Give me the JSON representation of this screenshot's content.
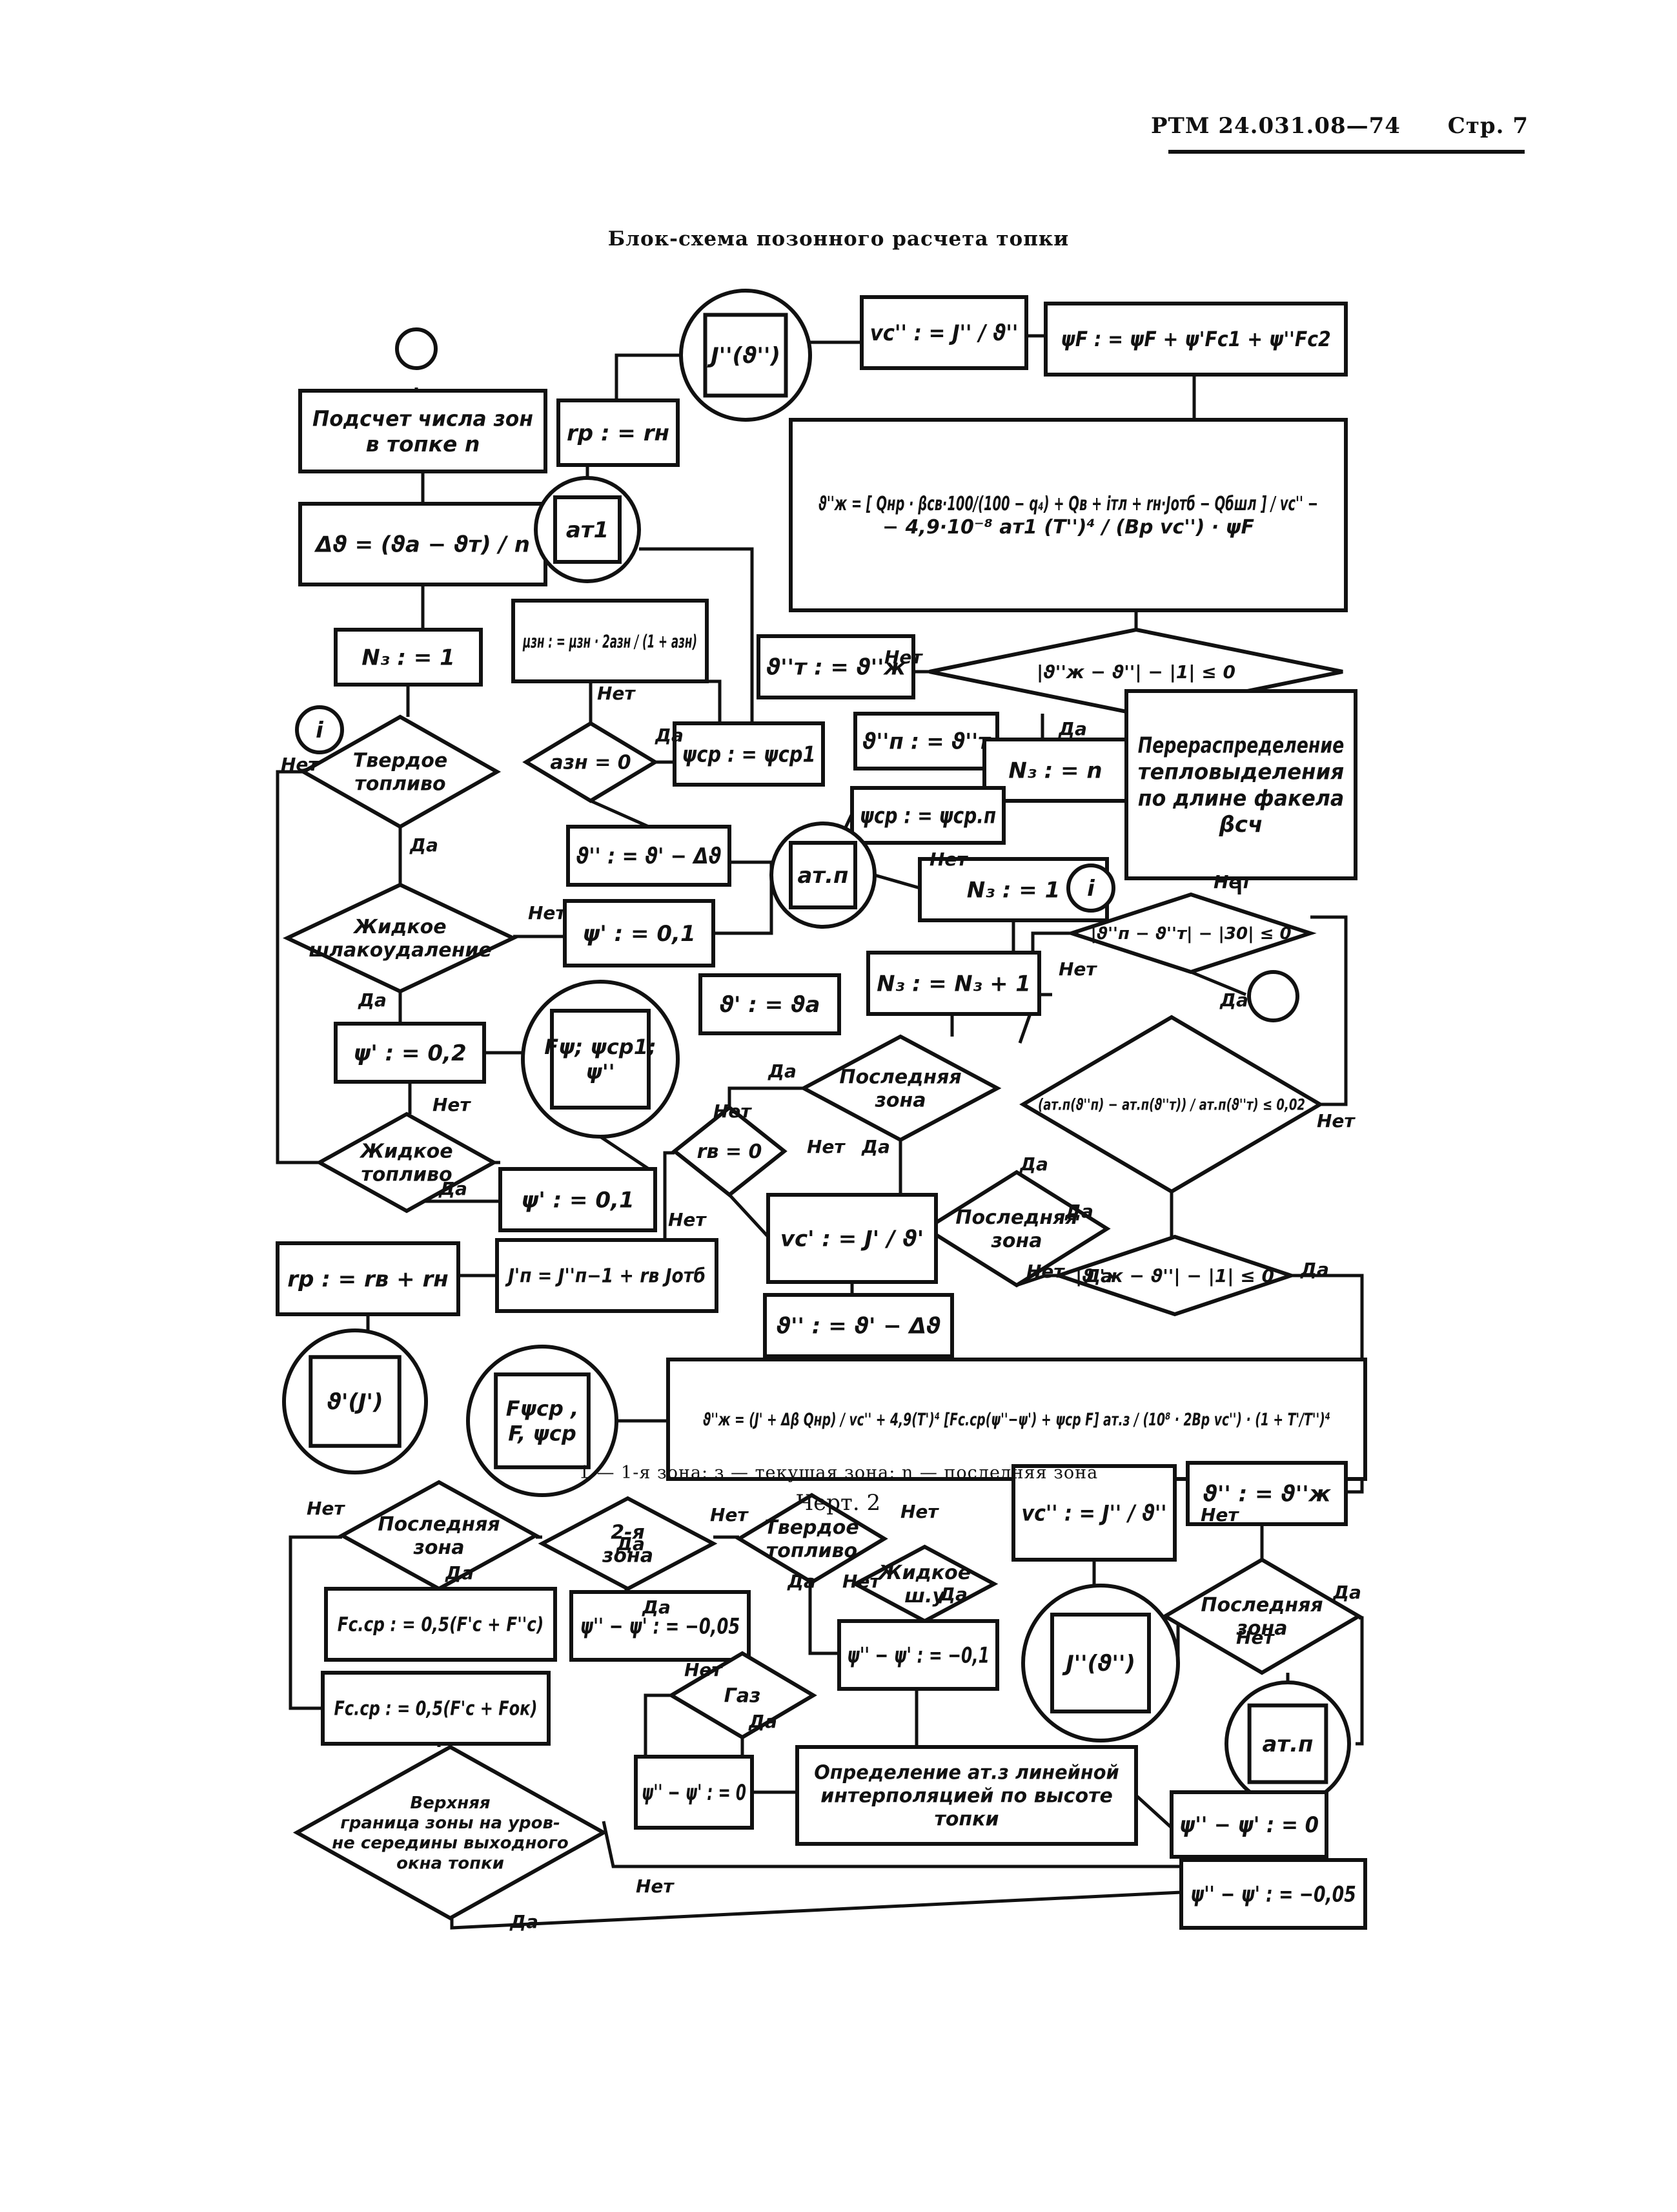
{
  "header": {
    "doc": "РТМ 24.031.08—74",
    "page": "Стр. 7"
  },
  "caption": "Блок-схема позонного расчета топки",
  "legend": "1 — 1-я зона; з — текущая зона; n — последняя зона",
  "figure": "Черт. 2",
  "nodes": [
    {
      "id": "start",
      "shape": "circle",
      "lines": [
        ""
      ]
    },
    {
      "id": "zone-count",
      "shape": "rect",
      "lines": [
        "Подсчет числа зон",
        "в топке n"
      ]
    },
    {
      "id": "dtheta",
      "shape": "rect",
      "lines": [
        "Δϑ = (ϑа − ϑт) / n"
      ]
    },
    {
      "id": "n3-1-left",
      "shape": "rect",
      "lines": [
        "N₃ : = 1"
      ]
    },
    {
      "id": "conn-i-left",
      "shape": "circle",
      "lines": [
        "i"
      ]
    },
    {
      "id": "solid-fuel-1",
      "shape": "diamond",
      "lines": [
        "Твердое",
        "топливо"
      ]
    },
    {
      "id": "liquid-slag",
      "shape": "diamond",
      "lines": [
        "Жидкое",
        "шлакоудаление"
      ]
    },
    {
      "id": "phi-02",
      "shape": "rect",
      "lines": [
        "ψ' : = 0,2"
      ]
    },
    {
      "id": "liquid-fuel",
      "shape": "diamond",
      "lines": [
        "Жидкое",
        "топливо"
      ]
    },
    {
      "id": "phi-01-a",
      "shape": "rect",
      "lines": [
        "ψ' : = 0,1"
      ]
    },
    {
      "id": "phi-01-b",
      "shape": "rect",
      "lines": [
        "ψ' : = 0,1"
      ]
    },
    {
      "id": "sub-fpsi",
      "shape": "sub",
      "lines": [
        "Fψ; ψср1;",
        "ψ''"
      ]
    },
    {
      "id": "theta-a",
      "shape": "rect",
      "lines": [
        "ϑ' : = ϑа"
      ]
    },
    {
      "id": "theta-dd",
      "shape": "rect",
      "lines": [
        "ϑ'' : = ϑ' − Δϑ"
      ]
    },
    {
      "id": "ozn",
      "shape": "diamond",
      "lines": [
        "aзн = 0"
      ]
    },
    {
      "id": "mu-zn",
      "shape": "rect",
      "lines": [
        "μзн : = μзн · 2aзн / (1 + aзн)"
      ]
    },
    {
      "id": "psi-sr",
      "shape": "rect",
      "lines": [
        "ψср : = ψср1"
      ]
    },
    {
      "id": "sub-at1",
      "shape": "sub",
      "lines": [
        "aт1"
      ]
    },
    {
      "id": "rp-rn",
      "shape": "rect",
      "lines": [
        "rр : = rн"
      ]
    },
    {
      "id": "sub-j-top",
      "shape": "sub",
      "lines": [
        "J''(ϑ'')"
      ]
    },
    {
      "id": "vc-top",
      "shape": "rect",
      "lines": [
        "vc'' : = J'' / ϑ''"
      ]
    },
    {
      "id": "psiF",
      "shape": "rect",
      "lines": [
        "ψF : = ψF + ψ'Fс1 + ψ''Fс2"
      ]
    },
    {
      "id": "big-formula",
      "shape": "rect",
      "lines": [
        "ϑ''ж = [ Qнр · βсв·100/(100 − q₄) + Qв + iтл + rн·Jотб − Qбшл ] / vc'' −",
        "− 4,9·10⁻⁸ aт1 (T'')⁴ / (Bр vc'') · ψF"
      ]
    },
    {
      "id": "conv-1",
      "shape": "diamond",
      "lines": [
        "|ϑ''ж − ϑ''| − |1| ≤ 0"
      ]
    },
    {
      "id": "theta-nx",
      "shape": "rect",
      "lines": [
        "ϑ''т : = ϑ''ж"
      ]
    },
    {
      "id": "theta-n",
      "shape": "rect",
      "lines": [
        "ϑ''п : = ϑ''т"
      ]
    },
    {
      "id": "n3-n",
      "shape": "rect",
      "lines": [
        "N₃ : = n"
      ]
    },
    {
      "id": "psi-srn",
      "shape": "rect",
      "lines": [
        "ψср : = ψср.п"
      ]
    },
    {
      "id": "sub-atn-mid",
      "shape": "sub",
      "lines": [
        "aт.п"
      ]
    },
    {
      "id": "n3-1-mid",
      "shape": "rect",
      "lines": [
        "N₃ : = 1"
      ]
    },
    {
      "id": "redistrib",
      "shape": "rect",
      "lines": [
        "Перераспределение",
        "тепловыделения",
        "по длине факела",
        "βсч"
      ]
    },
    {
      "id": "conn-i-right",
      "shape": "circle",
      "lines": [
        "i"
      ]
    },
    {
      "id": "conv-30",
      "shape": "diamond",
      "lines": [
        "|ϑ''п − ϑ''т| − |30| ≤ 0"
      ]
    },
    {
      "id": "end",
      "shape": "circle",
      "lines": [
        ""
      ]
    },
    {
      "id": "n3-inc",
      "shape": "rect",
      "lines": [
        "N₃ : = N₃ + 1"
      ]
    },
    {
      "id": "last-zone-1",
      "shape": "diamond",
      "lines": [
        "Последняя",
        "зона"
      ]
    },
    {
      "id": "rb",
      "shape": "diamond",
      "lines": [
        "rв = 0"
      ]
    },
    {
      "id": "rel-err",
      "shape": "diamond",
      "lines": [
        "(aт.п(ϑ''п) − aт.п(ϑ''т)) / aт.п(ϑ''т) ≤ 0,02"
      ]
    },
    {
      "id": "last-zone-2",
      "shape": "diamond",
      "lines": [
        "Последняя",
        "зона"
      ]
    },
    {
      "id": "vc-mid",
      "shape": "rect",
      "lines": [
        "vc' : = J' / ϑ'"
      ]
    },
    {
      "id": "rp-sum",
      "shape": "rect",
      "lines": [
        "rр : = rв + rн"
      ]
    },
    {
      "id": "jn",
      "shape": "rect",
      "lines": [
        "J'п = J''п−1 + rв Jотб"
      ]
    },
    {
      "id": "conv-2",
      "shape": "diamond",
      "lines": [
        "|ϑ''ж − ϑ''| − |1| ≤ 0"
      ]
    },
    {
      "id": "theta-dd-2",
      "shape": "rect",
      "lines": [
        "ϑ'' : = ϑ' − Δϑ"
      ]
    },
    {
      "id": "sub-theta-j",
      "shape": "sub",
      "lines": [
        "ϑ'(J')"
      ]
    },
    {
      "id": "sub-fpsi-2",
      "shape": "sub",
      "lines": [
        "Fψср ,",
        "F, ψср"
      ]
    },
    {
      "id": "formula-2",
      "shape": "rect",
      "lines": [
        "ϑ''ж = (J' + Δβ Qнр) / vc'' + 4,9(T')⁴ [Fс.ср(ψ''−ψ') + ψср F] aт.з / (10⁸ · 2Bр vc'') · (1 + T'/T'')⁴"
      ]
    },
    {
      "id": "theta-nn",
      "shape": "rect",
      "lines": [
        "ϑ'' : = ϑ''ж"
      ]
    },
    {
      "id": "last-zone-3",
      "shape": "diamond",
      "lines": [
        "Последняя",
        "зона"
      ]
    },
    {
      "id": "zone-2",
      "shape": "diamond",
      "lines": [
        "2-я",
        "зона"
      ]
    },
    {
      "id": "solid-fuel-2",
      "shape": "diamond",
      "lines": [
        "Твердое",
        "топливо"
      ]
    },
    {
      "id": "liquid-shu",
      "shape": "diamond",
      "lines": [
        "Жидкое",
        "ш.у"
      ]
    },
    {
      "id": "vc-low",
      "shape": "rect",
      "lines": [
        "vc'' : = J'' / ϑ''"
      ]
    },
    {
      "id": "last-zone-4",
      "shape": "diamond",
      "lines": [
        "Последняя",
        "зона"
      ]
    },
    {
      "id": "fcsr-1",
      "shape": "rect",
      "lines": [
        "Fс.ср : = 0,5(F'с + F''с)"
      ]
    },
    {
      "id": "psi-005",
      "shape": "rect",
      "lines": [
        "ψ'' − ψ' : = −0,05"
      ]
    },
    {
      "id": "psi-01-low",
      "shape": "rect",
      "lines": [
        "ψ'' − ψ' : = −0,1"
      ]
    },
    {
      "id": "sub-j-low",
      "shape": "sub",
      "lines": [
        "J''(ϑ'')"
      ]
    },
    {
      "id": "fcsr-2",
      "shape": "rect",
      "lines": [
        "Fс.ср : = 0,5(F'с + Fок)"
      ]
    },
    {
      "id": "gas",
      "shape": "diamond",
      "lines": [
        "Газ"
      ]
    },
    {
      "id": "sub-atn-low",
      "shape": "sub",
      "lines": [
        "aт.п"
      ]
    },
    {
      "id": "psi-0-a",
      "shape": "rect",
      "lines": [
        "ψ'' − ψ' : = 0"
      ]
    },
    {
      "id": "interp",
      "shape": "rect",
      "lines": [
        "Определение aт.з линейной",
        "интерполяцией по высоте",
        "топки"
      ]
    },
    {
      "id": "psi-0-b",
      "shape": "rect",
      "lines": [
        "ψ'' − ψ' : = 0"
      ]
    },
    {
      "id": "upper-boundary",
      "shape": "diamond",
      "lines": [
        "Верхняя",
        "граница зоны на уров-",
        "не середины выходного",
        "окна топки"
      ]
    },
    {
      "id": "psi-005-b",
      "shape": "rect",
      "lines": [
        "ψ'' − ψ' : = −0,05"
      ]
    }
  ],
  "edge_labels": [
    "Нет",
    "Да",
    "Нет",
    "Да",
    "Нет",
    "Да",
    "Нет",
    "Да",
    "Нет",
    "Да",
    "Нет",
    "Да",
    "Нет",
    "Да",
    "Нет",
    "Да",
    "Нет",
    "Да",
    "Нет",
    "Да",
    "Нет",
    "Да",
    "Нет",
    "Да",
    "Нет",
    "Да",
    "Нет",
    "Да",
    "Нет",
    "Да",
    "Нет",
    "Да",
    "Нет",
    "Да",
    "Нет",
    "Да",
    "Нет",
    "Да",
    "Нет",
    "Нет",
    "Да",
    "Да",
    "Да"
  ]
}
